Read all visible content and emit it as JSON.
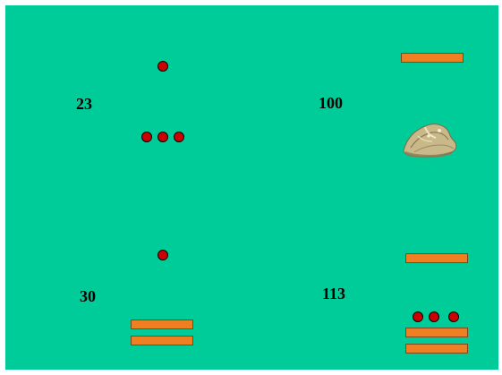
{
  "colors": {
    "background": "#00cc99",
    "dot": "#cc0000",
    "bar": "#ee7f22"
  },
  "numbers": {
    "top_left": "23",
    "top_right": "100",
    "bottom_left": "30",
    "bottom_right": "113"
  },
  "icons": {
    "shell": "shell-icon"
  }
}
